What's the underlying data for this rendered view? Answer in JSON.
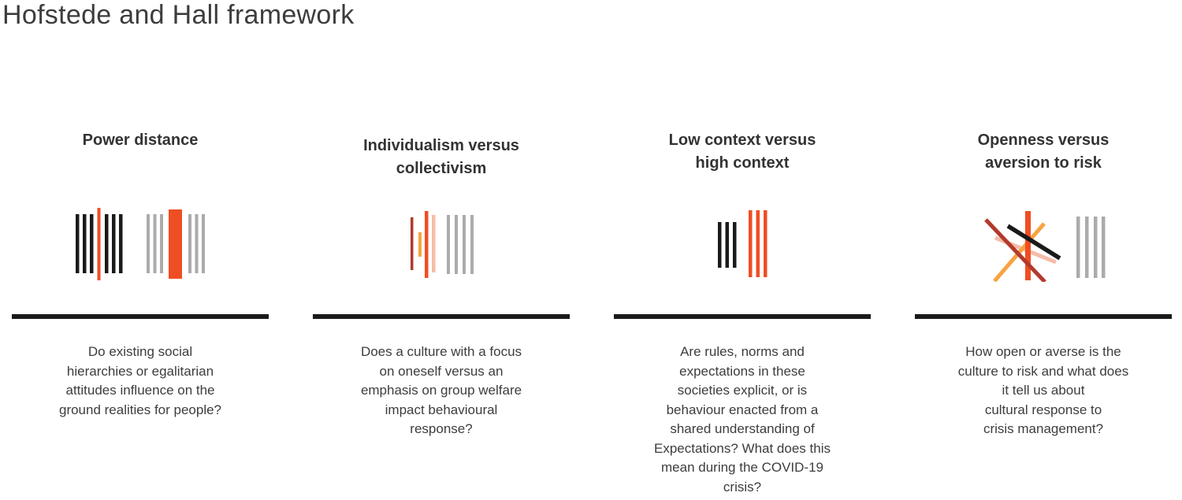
{
  "page": {
    "title": "Hofstede and Hall framework"
  },
  "theme": {
    "background": "#ffffff",
    "text_dark": "#3d3d3d",
    "heading": "#333333",
    "bar_black": "#1a1a1a",
    "divider": "#1a1a1a",
    "orange": "#ef4e23",
    "dark_red": "#b23a2c",
    "amber": "#f9a23f",
    "salmon": "#f6bca8",
    "bar_gray": "#ababab"
  },
  "columns": [
    {
      "title": "Power distance",
      "icon": "power-distance-icon",
      "description": "Do existing social\nhierarchies or egalitarian\nattitudes influence on the\nground realities for people?"
    },
    {
      "title": "Individualism versus\ncollectivism",
      "icon": "individualism-collectivism-icon",
      "description": "Does a culture with a focus\non oneself versus an\nemphasis on group welfare\nimpact behavioural\nresponse?"
    },
    {
      "title": "Low context versus\nhigh context",
      "icon": "low-context-high-context-icon",
      "description": "Are rules, norms and\nexpectations in these\nsocieties explicit, or is\nbehaviour enacted from a\nshared understanding of\nExpectations? What does this\nmean during the COVID-19\ncrisis?"
    },
    {
      "title": "Openness versus\naversion to risk",
      "icon": "openness-aversion-risk-icon",
      "description": "How open or averse is the\nculture to risk and what does\nit tell us about\ncultural response to\ncrisis management?"
    }
  ]
}
